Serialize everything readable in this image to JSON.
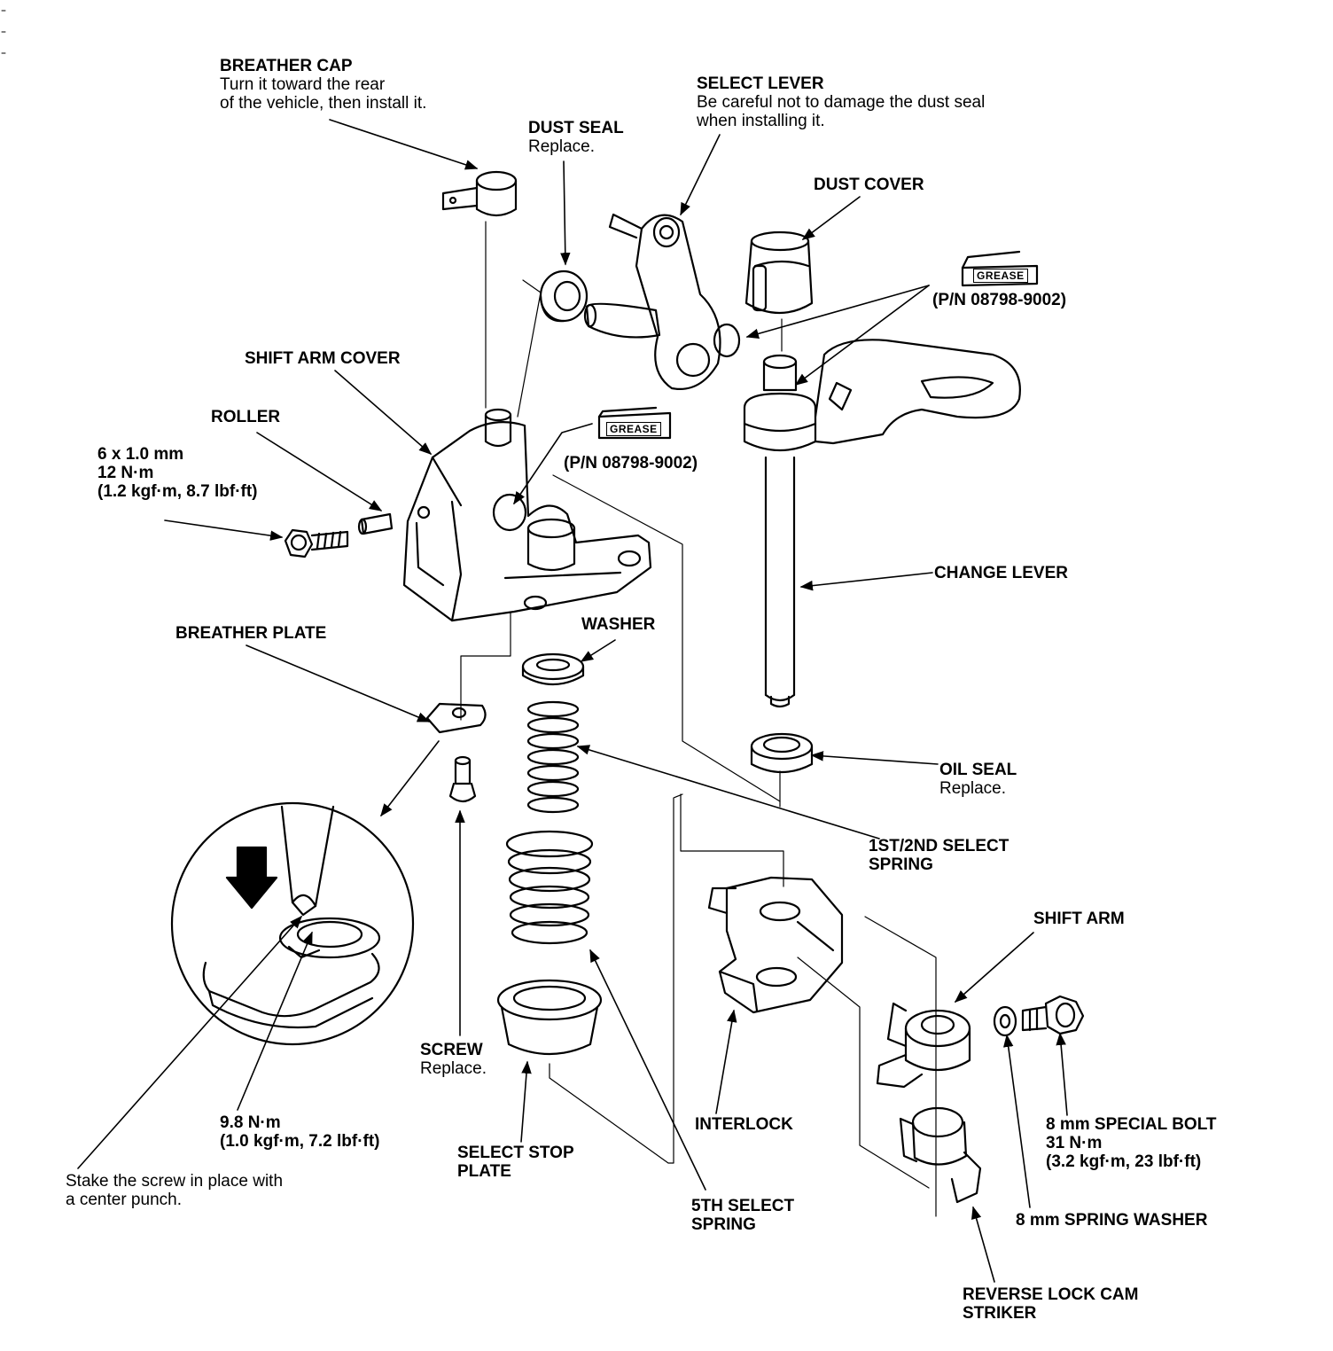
{
  "labels": {
    "breather_cap": {
      "title": "BREATHER CAP",
      "desc1": "Turn it toward the rear",
      "desc2": "of the vehicle, then install it."
    },
    "select_lever": {
      "title": "SELECT LEVER",
      "desc1": "Be careful not to damage the dust seal",
      "desc2": "when installing it."
    },
    "dust_seal": {
      "title": "DUST SEAL",
      "desc": "Replace."
    },
    "dust_cover": {
      "title": "DUST COVER"
    },
    "shift_arm_cover": {
      "title": "SHIFT ARM COVER"
    },
    "roller": {
      "title": "ROLLER"
    },
    "bolt_6mm": {
      "line1": "6 x 1.0 mm",
      "line2": "12 N·m",
      "line3": "(1.2 kgf·m, 8.7 lbf·ft)"
    },
    "grease_1": {
      "tag": "GREASE",
      "pn": "(P/N 08798-9002)"
    },
    "grease_2": {
      "tag": "GREASE",
      "pn": "(P/N 08798-9002)"
    },
    "change_lever": {
      "title": "CHANGE LEVER"
    },
    "breather_plate": {
      "title": "BREATHER PLATE"
    },
    "washer": {
      "title": "WASHER"
    },
    "oil_seal": {
      "title": "OIL SEAL",
      "desc": "Replace."
    },
    "select_spring_12": {
      "line1": "1ST/2ND SELECT",
      "line2": "SPRING"
    },
    "shift_arm": {
      "title": "SHIFT ARM"
    },
    "screw": {
      "title": "SCREW",
      "desc": "Replace."
    },
    "screw_torque": {
      "line1": "9.8 N·m",
      "line2": "(1.0 kgf·m, 7.2 lbf·ft)"
    },
    "stake_note": {
      "line1": "Stake the screw in place with",
      "line2": "a center punch."
    },
    "select_stop_plate": {
      "line1": "SELECT STOP",
      "line2": "PLATE"
    },
    "interlock": {
      "title": "INTERLOCK"
    },
    "select_spring_5": {
      "line1": "5TH SELECT",
      "line2": "SPRING"
    },
    "special_bolt": {
      "line1": "8 mm SPECIAL BOLT",
      "line2": "31 N·m",
      "line3": "(3.2 kgf·m, 23 lbf·ft)"
    },
    "spring_washer": {
      "title": "8 mm SPRING WASHER"
    },
    "reverse_lock": {
      "line1": "REVERSE LOCK CAM",
      "line2": "STRIKER"
    }
  }
}
